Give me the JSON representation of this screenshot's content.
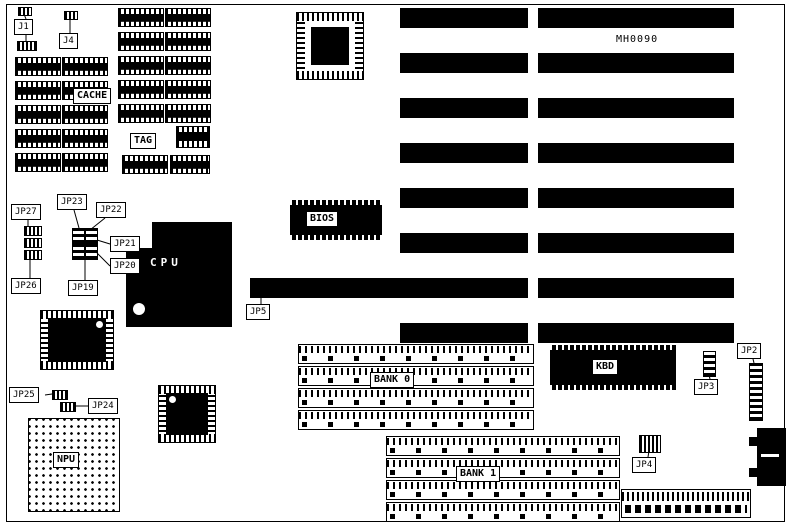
{
  "board": {
    "model": "MH0090",
    "labels": {
      "j1": "J1",
      "j4": "J4",
      "cache": "CACHE",
      "tag": "TAG",
      "jp27": "JP27",
      "jp23": "JP23",
      "jp22": "JP22",
      "jp21": "JP21",
      "jp20": "JP20",
      "jp26": "JP26",
      "jp19": "JP19",
      "cpu": "CPU",
      "jp5": "JP5",
      "bios": "BIOS",
      "jp25": "JP25",
      "jp24": "JP24",
      "npu": "NPU",
      "bank0": "BANK 0",
      "bank1": "BANK 1",
      "kbd": "KBD",
      "jp2": "JP2",
      "jp3": "JP3",
      "jp4": "JP4"
    }
  }
}
